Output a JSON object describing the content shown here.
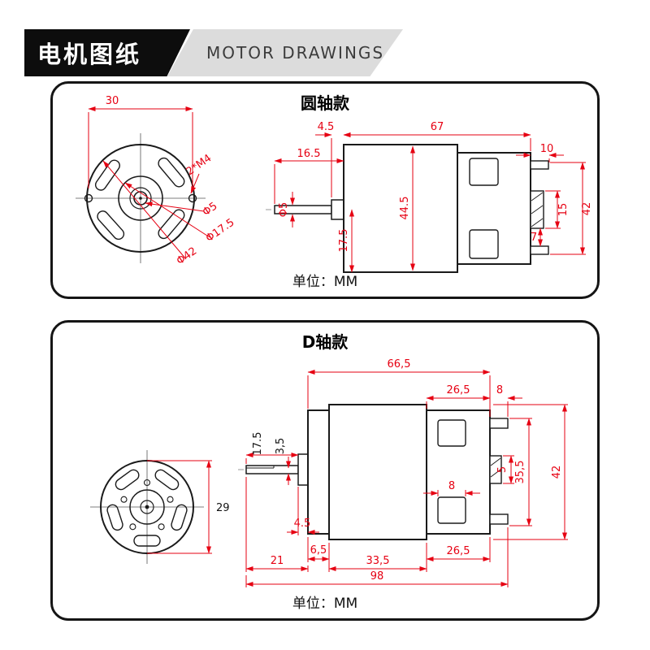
{
  "header": {
    "title_zh": "电机图纸",
    "title_en": "MOTOR DRAWINGS"
  },
  "round_shaft": {
    "title": "圆轴款",
    "unit": "单位：MM",
    "front": {
      "pitch": "30",
      "thread": "2*M4",
      "shaft_dia": "Φ5",
      "boss_dia": "Φ17.5",
      "body_dia": "Φ42"
    },
    "side": {
      "boss_len": "4.5",
      "body_len": "67",
      "shaft_len": "16.5",
      "shaft_dia": "Φ5",
      "shaft_offset": "17.5",
      "body_dia": "44.5",
      "terminal_len": "10",
      "bush_len": "15",
      "gap": "7",
      "overall": "42"
    }
  },
  "d_shaft": {
    "title": "D轴款",
    "unit": "单位：MM",
    "front": {
      "dia": "29"
    },
    "side": {
      "body_len": "66,5",
      "cap_len": "26,5",
      "terminal_len": "8",
      "flat": "3,5",
      "shaft_len": "17.5",
      "boss_len": "4.5",
      "front_len": "6,5",
      "shaft_total": "21",
      "mid_len": "33,5",
      "cap_len2": "26,5",
      "total_len": "98",
      "bush": "5",
      "span": "35,5",
      "overall": "42",
      "vent": "8"
    }
  },
  "colors": {
    "dimension": "#e60012",
    "outline": "#1a1a1a"
  }
}
